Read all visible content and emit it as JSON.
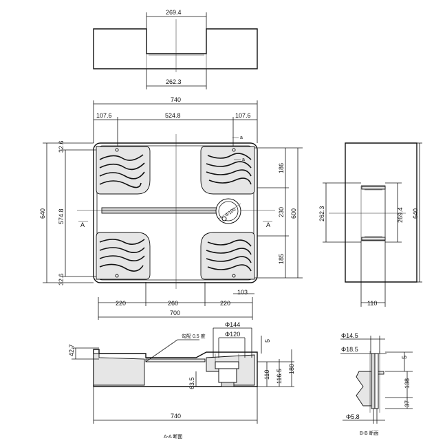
{
  "top_view": {
    "width_top": "269.4",
    "width_bottom": "262.3"
  },
  "plan_view": {
    "overall_width": "740",
    "left_pad": "107.6",
    "center_span": "524.8",
    "right_pad": "107.6",
    "pad_a": "a",
    "overall_height": "640",
    "inner_height": "574.8",
    "top_offset": "32.6",
    "bottom_offset": "32.6",
    "dim_186": "186",
    "dim_230": "230",
    "dim_185": "185",
    "dim_600": "600",
    "drain_dia": "Φ100",
    "corner_103": "103",
    "bottom_220_left": "220",
    "bottom_260": "260",
    "bottom_220_right": "220",
    "bottom_700": "700",
    "section_mark_left": "A",
    "section_mark_right": "A"
  },
  "side_view": {
    "dim_262": "262.3",
    "dim_269": "269.4",
    "dim_640": "640",
    "dim_110": "110"
  },
  "section_aa": {
    "dim_42": "42.7",
    "slope_note": "勾配 0.5 度",
    "dia_144": "Φ144",
    "dia_120": "Φ120",
    "dim_5": "5",
    "dim_63": "63.5",
    "dim_110": "110",
    "dim_116": "116.5",
    "dim_180": "180",
    "overall": "740",
    "caption": "A-A 断面"
  },
  "section_bb": {
    "dia_14": "Φ14.5",
    "dia_18": "Φ18.5",
    "dim_5": "5",
    "dim_138": "138",
    "dim_37": "37",
    "dia_5": "Φ5.8",
    "caption": "B-B 断面"
  }
}
